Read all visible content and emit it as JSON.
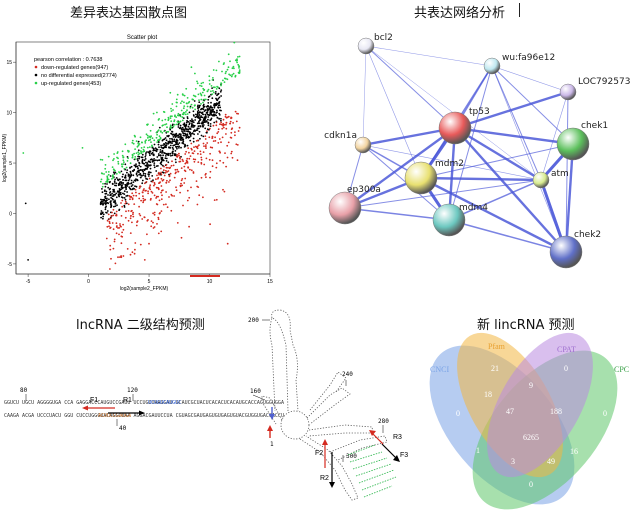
{
  "titles": {
    "scatter": "差异表达基因散点图",
    "network": "共表达网络分析",
    "structure": "lncRNA 二级结构预测",
    "venn": "新 lincRNA 预测"
  },
  "colors": {
    "down": "#d42a20",
    "nodiff": "#000000",
    "up": "#27d048",
    "edge": "#4a57d8",
    "venn_cnci": "#7aa3e6",
    "venn_pfam": "#f2b742",
    "venn_cpat": "#b98ae0",
    "venn_cpc": "#5fc66a"
  },
  "chart_data": {
    "type": "scatter",
    "title": "Scatter plot",
    "xlabel": "log2(sample2_FPKM)",
    "ylabel": "log2(sample1_FPKM)",
    "xlim": [
      -6,
      15
    ],
    "ylim": [
      -6,
      17
    ],
    "xticks": [
      "-5",
      "0",
      "5",
      "10",
      "15"
    ],
    "yticks": [
      "-5",
      "0",
      "5",
      "10",
      "15"
    ],
    "annotation": "pearson correlation : 0.7638",
    "series": [
      {
        "name": "down-regulated genes(947)",
        "key": "down"
      },
      {
        "name": "no differential expressed(2774)",
        "key": "nodiff"
      },
      {
        "name": "up-regulated genes(453)",
        "key": "up"
      }
    ]
  },
  "network": {
    "nodes": [
      {
        "id": "bcl2",
        "label": "bcl2",
        "color": "#e8e8f4",
        "r": 8
      },
      {
        "id": "wu",
        "label": "wu:fa96e12",
        "color": "#bfe8f0",
        "r": 8
      },
      {
        "id": "loc",
        "label": "LOC792573",
        "color": "#cbb8e8",
        "r": 8
      },
      {
        "id": "tp53",
        "label": "tp53",
        "color": "#e85a5a",
        "r": 16
      },
      {
        "id": "cdkn1a",
        "label": "cdkn1a",
        "color": "#f2d4a0",
        "r": 8
      },
      {
        "id": "chek1",
        "label": "chek1",
        "color": "#5cc05c",
        "r": 16
      },
      {
        "id": "mdm2",
        "label": "mdm2",
        "color": "#e8e070",
        "r": 16
      },
      {
        "id": "atm",
        "label": "atm",
        "color": "#d8ec90",
        "r": 8
      },
      {
        "id": "ep300a",
        "label": "ep300a",
        "color": "#e8a0a8",
        "r": 16
      },
      {
        "id": "mdm4",
        "label": "mdm4",
        "color": "#6cc8c0",
        "r": 16
      },
      {
        "id": "chek2",
        "label": "chek2",
        "color": "#6070c8",
        "r": 16
      }
    ]
  },
  "structure": {
    "labels": [
      "200",
      "240",
      "160",
      "280",
      "300",
      "80",
      "120",
      "40",
      "1"
    ],
    "primers": [
      "F1",
      "R1",
      "F2",
      "R2",
      "F3",
      "R3"
    ]
  },
  "venn": {
    "sets": [
      "CNCI",
      "Pfam",
      "CPAT",
      "CPC"
    ],
    "counts": [
      "21",
      "0",
      "0",
      "0",
      "9",
      "18",
      "188",
      "47",
      "16",
      "6265",
      "1",
      "49",
      "3",
      "0"
    ]
  }
}
